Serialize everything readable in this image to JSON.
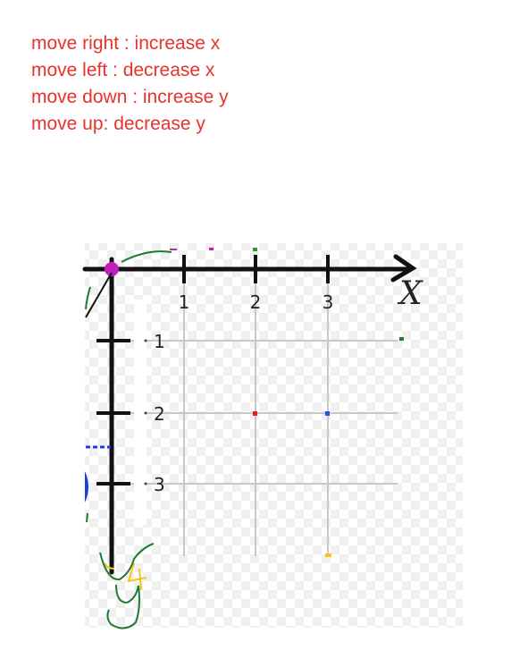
{
  "notes": [
    "move right :  increase x",
    "move left : decrease x",
    "move down : increase y",
    "move up: decrease y"
  ],
  "diagram": {
    "x_axis_label": "X",
    "x_ticks": [
      "1",
      "2",
      "3"
    ],
    "y_ticks": [
      "1",
      "2",
      "3"
    ],
    "y_handwritten_label": "y",
    "handwritten_digit": "4",
    "colors": {
      "note_text": "#e8322c",
      "axis": "#111111",
      "grid": "#c8c8c8",
      "origin_marker": "#c020c0",
      "ink_green": "#1e7a2e",
      "ink_yellow": "#f5c518",
      "ink_blue": "#1a3de0",
      "point_red": "#e02020",
      "point_blue": "#2255dd"
    }
  }
}
